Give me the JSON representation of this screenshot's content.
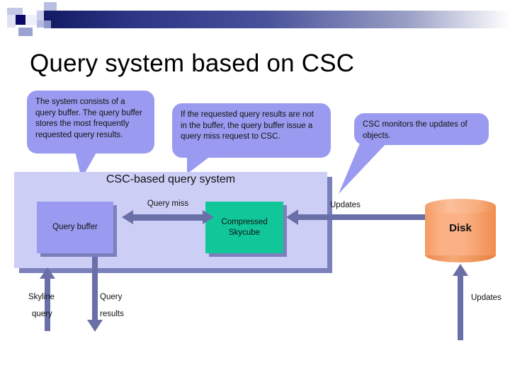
{
  "slide": {
    "title": "Query system based on CSC"
  },
  "callouts": [
    {
      "id": "callout-system-consists",
      "text": "The system consists of a query buffer. The query buffer stores the most frequently requested query results."
    },
    {
      "id": "callout-query-miss",
      "text": "If the requested query results are not in the buffer, the query buffer issue a query miss request to CSC."
    },
    {
      "id": "callout-csc-monitors",
      "text": "CSC monitors the updates of objects."
    }
  ],
  "diagram": {
    "panel_title": "CSC-based query system",
    "boxes": {
      "query_buffer": "Query buffer",
      "compressed_skycube_line1": "Compressed",
      "compressed_skycube_line2": "Skycube",
      "disk": "Disk"
    },
    "edge_labels": {
      "query_miss": "Query miss",
      "updates_to_skycube": "Updates",
      "skyline_query_line1": "Skyline",
      "skyline_query_line2": "query",
      "query_results_line1": "Query",
      "query_results_line2": "results",
      "updates_to_disk": "Updates"
    }
  },
  "colors": {
    "callout_fill": "#9a9bf0",
    "panel_fill": "#cccef6",
    "panel_shadow": "#7b80bd",
    "query_buffer_fill": "#9a9bf0",
    "skycube_fill": "#11c79a",
    "disk_fill": "#fbb185",
    "arrow_fill": "#6a6fa8",
    "header_gradient_start": "#131a63",
    "title_text": "#000000"
  }
}
